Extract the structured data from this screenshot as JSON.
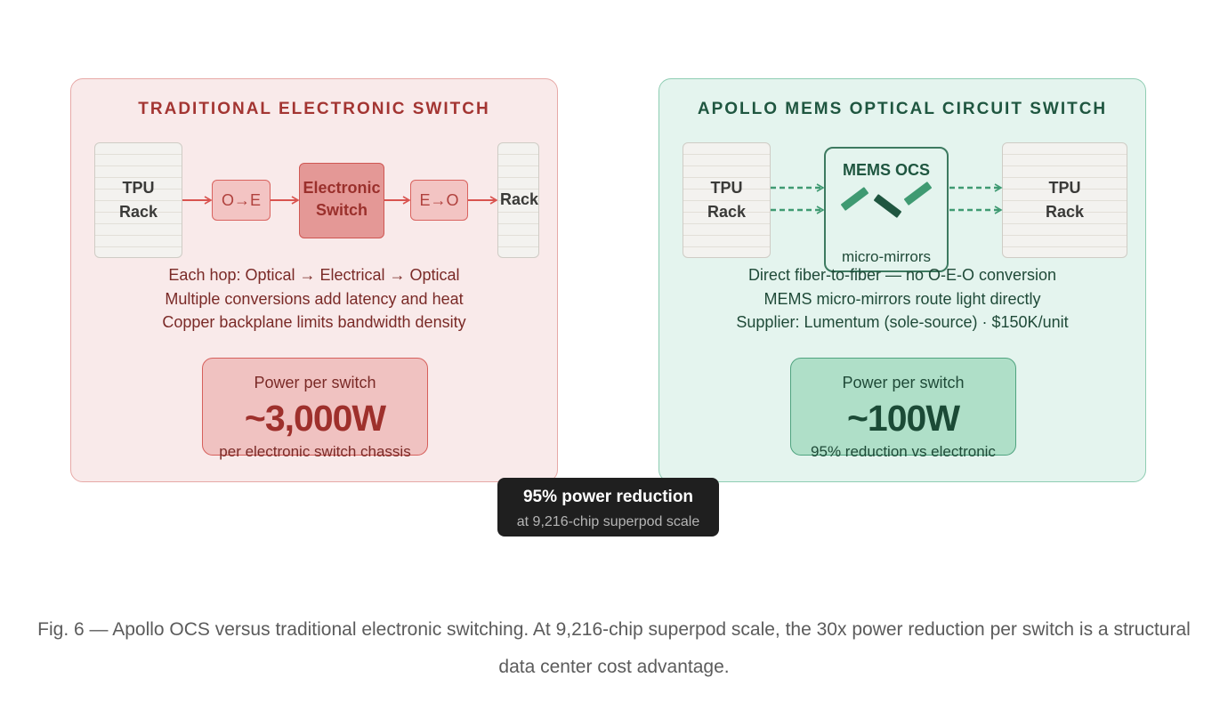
{
  "traditional": {
    "title": "TRADITIONAL ELECTRONIC SWITCH",
    "left_rack": [
      "TPU",
      "Rack"
    ],
    "o_to_e": "O→E",
    "switch": [
      "Electronic",
      "Switch"
    ],
    "e_to_o": "E→O",
    "right_rack": "Rack",
    "desc": [
      "Each hop: Optical → Electrical → Optical",
      "Multiple conversions add latency and heat",
      "Copper backplane limits bandwidth density"
    ],
    "power_label": "Power per switch",
    "power_value": "~3,000W",
    "power_sub": "per electronic switch chassis"
  },
  "apollo": {
    "title": "APOLLO MEMS OPTICAL CIRCUIT SWITCH",
    "left_rack": [
      "TPU",
      "Rack"
    ],
    "ocs_title": "MEMS OCS",
    "ocs_sub": "micro-mirrors",
    "right_rack": [
      "TPU",
      "Rack"
    ],
    "desc": [
      "Direct fiber-to-fiber — no O-E-O conversion",
      "MEMS micro-mirrors route light directly",
      "Supplier: Lumentum (sole-source) · $150K/unit"
    ],
    "power_label": "Power per switch",
    "power_value": "~100W",
    "power_sub": "95% reduction vs electronic"
  },
  "badge": {
    "title": "95% power reduction",
    "subtitle": "at 9,216-chip superpod scale"
  },
  "caption": "Fig. 6 — Apollo OCS versus traditional electronic switching. At 9,216-chip superpod scale, the 30x power reduction per switch is a structural data center cost advantage.",
  "colors": {
    "traditional_accent": "#d9534f",
    "apollo_accent": "#3f9a72",
    "badge_bg": "#1f1f1f"
  }
}
